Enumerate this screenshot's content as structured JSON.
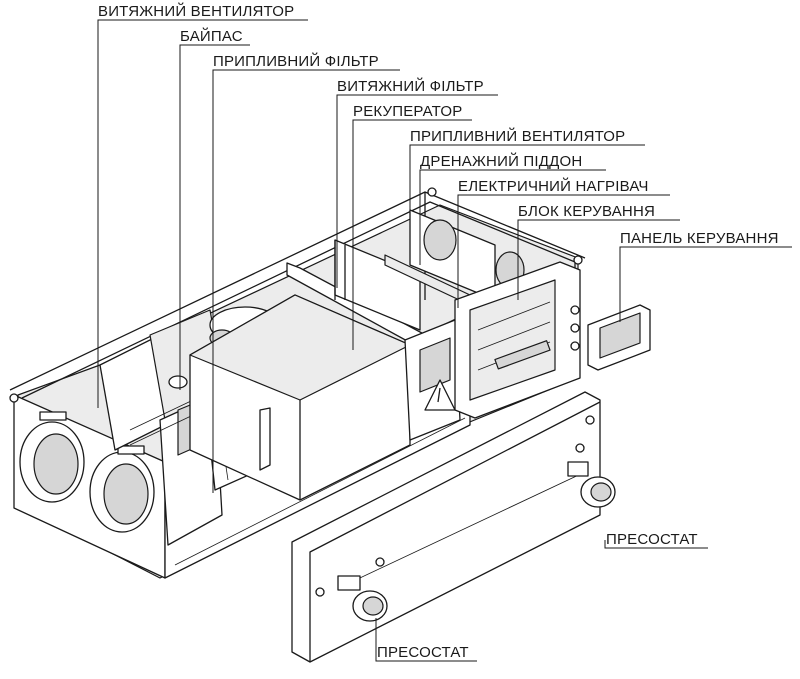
{
  "labels": {
    "exhaust_fan": "ВИТЯЖНИЙ ВЕНТИЛЯТОР",
    "bypass": "БАЙПАС",
    "supply_filter": "ПРИПЛИВНИЙ ФІЛЬТР",
    "exhaust_filter": "ВИТЯЖНИЙ ФІЛЬТР",
    "recuperator": "РЕКУПЕРАТОР",
    "supply_fan": "ПРИПЛИВНИЙ ВЕНТИЛЯТОР",
    "drain_pan": "ДРЕНАЖНИЙ ПІДДОН",
    "electric_heater": "ЕЛЕКТРИЧНИЙ НАГРІВАЧ",
    "control_block": "БЛОК КЕРУВАННЯ",
    "control_panel": "ПАНЕЛЬ КЕРУВАННЯ",
    "pressostat_right": "ПРЕСОСТАТ",
    "pressostat_bottom": "ПРЕСОСТАТ"
  }
}
